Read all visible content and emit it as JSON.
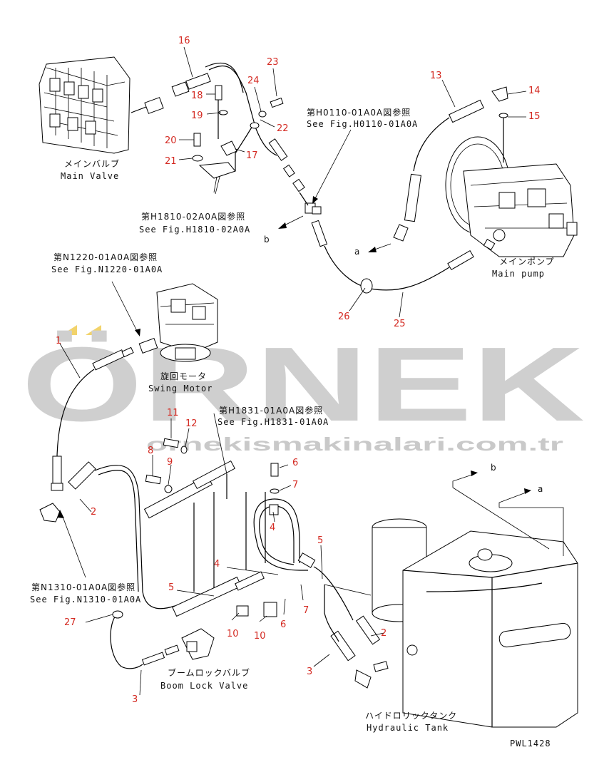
{
  "watermark": {
    "brand": "ÖRNEK",
    "url": "ornekismakinalari.com.tr"
  },
  "arrows": {
    "b_top": "b",
    "a_top": "a",
    "b_bottom": "b",
    "a_bottom": "a"
  },
  "callouts": {
    "c1": "1",
    "c2": "2",
    "c3": "3",
    "c4": "4",
    "c5": "5",
    "c6": "6",
    "c7": "7",
    "c8": "8",
    "c9": "9",
    "c10": "10",
    "c11": "11",
    "c12": "12",
    "c13": "13",
    "c14": "14",
    "c15": "15",
    "c16": "16",
    "c17": "17",
    "c18": "18",
    "c19": "19",
    "c20": "20",
    "c21": "21",
    "c22": "22",
    "c23": "23",
    "c24": "24",
    "c25": "25",
    "c26": "26",
    "c27": "27"
  },
  "labels": {
    "main_valve_jp": "メインバルブ",
    "main_valve_en": "Main Valve",
    "ref_h0110_jp": "第H0110-01A0A図参照",
    "ref_h0110_en": "See Fig.H0110-01A0A",
    "ref_h1810_jp": "第H1810-02A0A図参照",
    "ref_h1810_en": "See Fig.H1810-02A0A",
    "main_pump_jp": "メインポンプ",
    "main_pump_en": "Main pump",
    "ref_n1220_jp": "第N1220-01A0A図参照",
    "ref_n1220_en": "See Fig.N1220-01A0A",
    "swing_motor_jp": "旋回モータ",
    "swing_motor_en": "Swing Motor",
    "ref_h1831_jp": "第H1831-01A0A図参照",
    "ref_h1831_en": "See Fig.H1831-01A0A",
    "ref_n1310_jp": "第N1310-01A0A図参照",
    "ref_n1310_en": "See Fig.N1310-01A0A",
    "boom_lock_jp": "ブームロックバルブ",
    "boom_lock_en": "Boom Lock Valve",
    "hyd_tank_jp": "ハイドロリックタンク",
    "hyd_tank_en": "Hydraulic Tank",
    "drawing_code": "PWL1428"
  }
}
